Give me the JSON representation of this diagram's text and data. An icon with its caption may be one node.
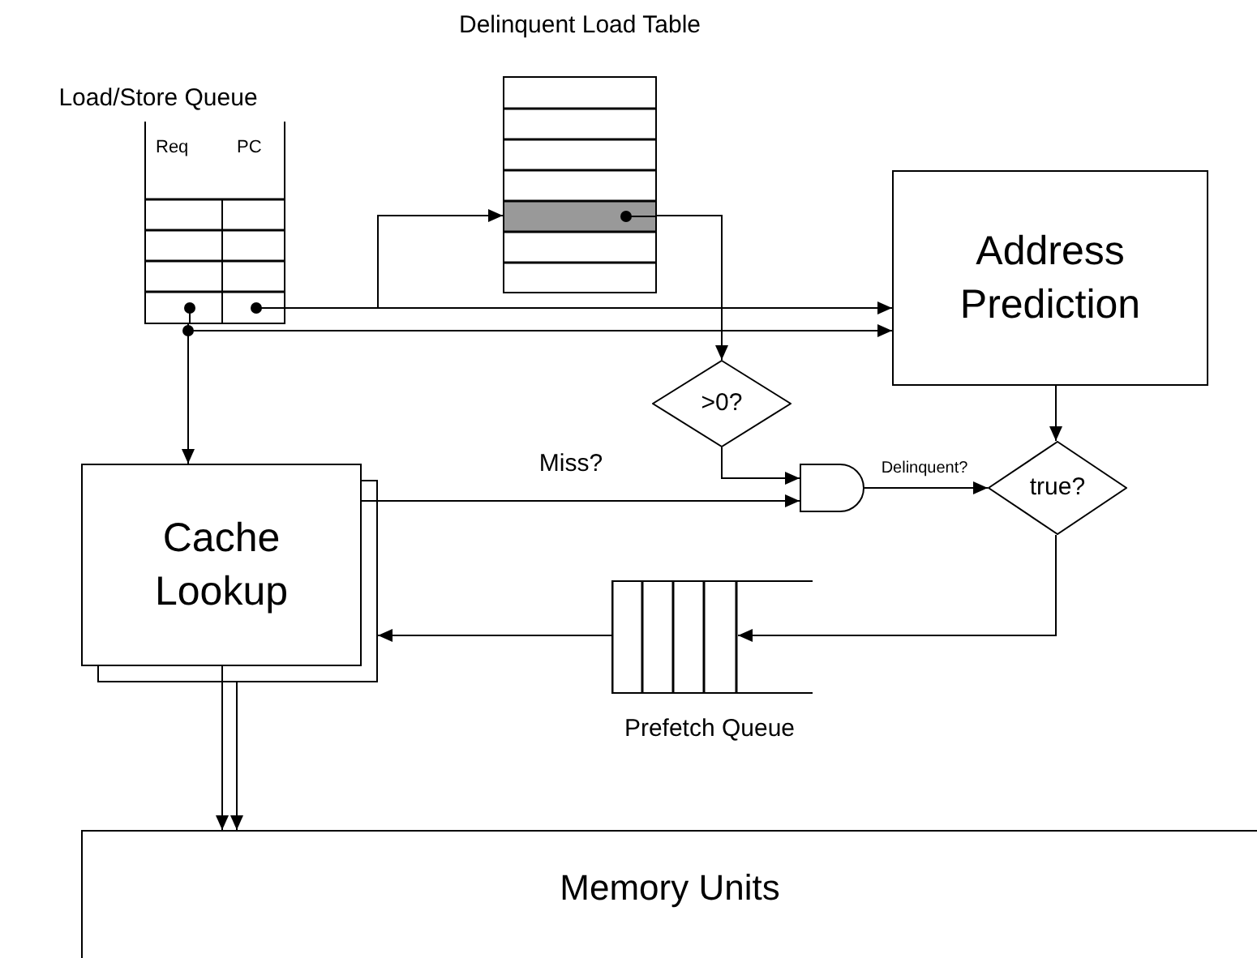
{
  "diagram": {
    "nodes": [
      {
        "text": [
          "Load/Store Queue",
          "Req",
          "PC"
        ]
      },
      {
        "text": [
          "Delinquent Load Table"
        ]
      },
      {
        "text": [
          "Address Prediction"
        ]
      },
      {
        "text": [
          ">0?"
        ]
      },
      {
        "text": [],
        "shape": "gate"
      },
      {
        "text": [
          "true?"
        ]
      },
      {
        "text": [
          "Cache Lookup"
        ]
      },
      {
        "text": [
          "Prefetch Queue"
        ]
      },
      {
        "text": [
          "Memory Units"
        ]
      }
    ],
    "edges": [
      {
        "from": 0,
        "to": 2,
        "arrow": "to"
      },
      {
        "from": 0,
        "to": 1,
        "arrow": "to"
      },
      {
        "from": 0,
        "to": 2,
        "arrow": "to"
      },
      {
        "from": 0,
        "to": 6,
        "arrow": "to"
      },
      {
        "from": 1,
        "to": 3,
        "arrow": "to"
      },
      {
        "from": 3,
        "to": 4,
        "arrow": "to"
      },
      {
        "from": 6,
        "to": 4,
        "arrow": "to",
        "label": "Miss?"
      },
      {
        "from": 4,
        "to": 5,
        "arrow": "to",
        "label": "Delinquent?"
      },
      {
        "from": 2,
        "to": 5,
        "arrow": "to"
      },
      {
        "from": 5,
        "to": 7,
        "arrow": "to"
      },
      {
        "from": 7,
        "to": 6,
        "arrow": "to"
      },
      {
        "from": 6,
        "to": 8,
        "arrow": "to"
      },
      {
        "from": 6,
        "to": 8,
        "arrow": "to"
      }
    ]
  }
}
